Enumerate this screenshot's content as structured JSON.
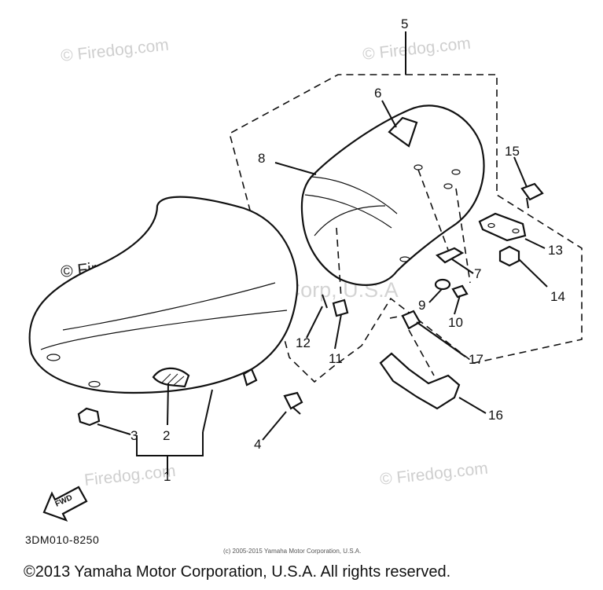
{
  "watermarks": {
    "site": "© Firedog.com",
    "site_plain": "Firedog.com",
    "maker": "Yamaha Motor Corp, U.S.A"
  },
  "callouts": [
    "1",
    "2",
    "3",
    "4",
    "5",
    "6",
    "7",
    "8",
    "9",
    "10",
    "11",
    "12",
    "13",
    "14",
    "15",
    "16",
    "17"
  ],
  "fwd_label": "FWD",
  "diagram_code": "3DM010-8250",
  "fine_print": "(c) 2005-2015 Yamaha Motor Corporation, U.S.A.",
  "footer": "©2013 Yamaha Motor Corporation, U.S.A. All rights reserved."
}
